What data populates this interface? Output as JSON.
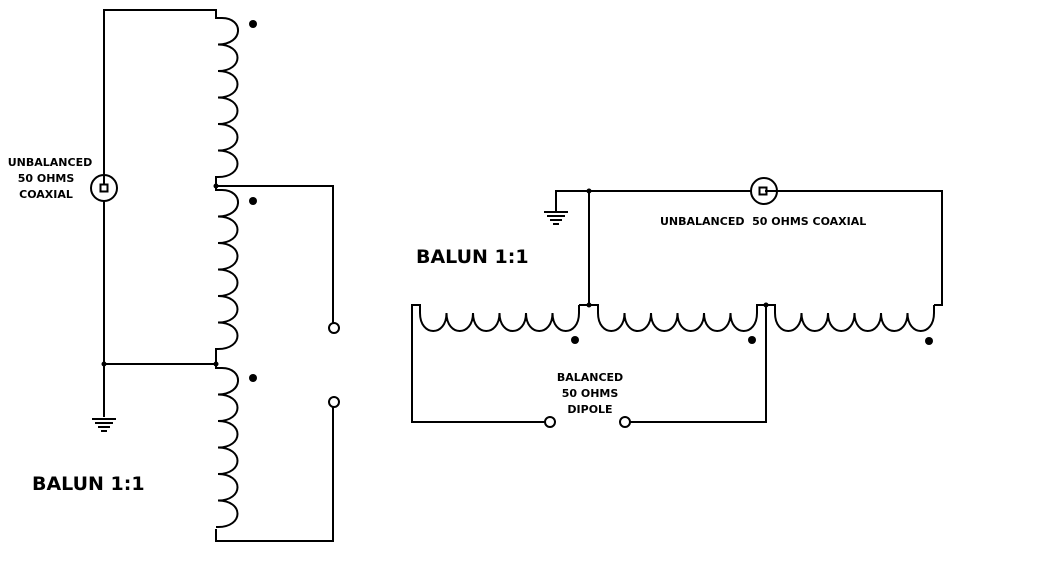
{
  "diagram": {
    "title": "Balun 1:1 schematics",
    "colors": {
      "ink": "#000000",
      "background": "#ffffff"
    },
    "left_schematic": {
      "title": "BALUN 1:1",
      "coax_label": [
        "UNBALANCED",
        "50 OHMS",
        "COAXIAL"
      ],
      "winding_sections": 3,
      "turns_per_section": 6,
      "components": [
        "coaxial-connector",
        "ground",
        "tapped-winding",
        "dipole-terminal",
        "dipole-terminal"
      ]
    },
    "right_schematic": {
      "title": "BALUN 1:1",
      "coax_label": "UNBALANCED  50 OHMS COAXIAL",
      "dipole_label": [
        "BALANCED",
        "50 OHMS",
        "DIPOLE"
      ],
      "winding_sections": 3,
      "turns_per_section": 6,
      "components": [
        "coaxial-connector",
        "ground",
        "tapped-winding",
        "dipole-terminal",
        "dipole-terminal"
      ]
    }
  }
}
